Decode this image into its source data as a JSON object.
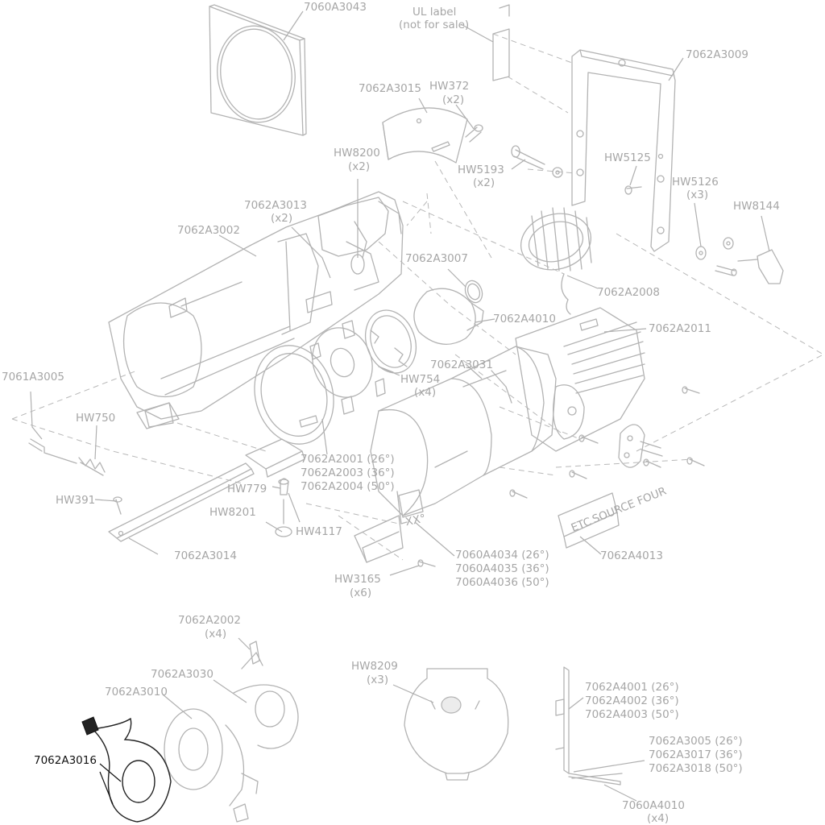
{
  "colors": {
    "line_art": "#b3b3b3",
    "label": "#a6a6a6",
    "highlight": "#111111"
  },
  "labels": {
    "l7060A3043": "7060A3043",
    "ul1": "UL label",
    "ul2": "(not for sale)",
    "l7062A3009": "7062A3009",
    "l7062A3015": "7062A3015",
    "hw372": "HW372",
    "hw372q": "(x2)",
    "hw8200": "HW8200",
    "hw8200q": "(x2)",
    "hw5193": "HW5193",
    "hw5193q": "(x2)",
    "hw5125": "HW5125",
    "hw5126": "HW5126",
    "hw5126q": "(x3)",
    "hw8144": "HW8144",
    "l7062A3013": "7062A3013",
    "l7062A3013q": "(x2)",
    "l7062A3002": "7062A3002",
    "l7062A3007": "7062A3007",
    "l7062A2008": "7062A2008",
    "l7062A4010": "7062A4010",
    "l7062A2011": "7062A2011",
    "l7062A3031": "7062A3031",
    "hw754": "HW754",
    "hw754q": "(x4)",
    "l7061A3005": "7061A3005",
    "hw750": "HW750",
    "l7062A2001": "7062A2001 (26°)",
    "l7062A2003": "7062A2003 (36°)",
    "l7062A2004": "7062A2004 (50°)",
    "hw391": "HW391",
    "hw779": "HW779",
    "hw8201": "HW8201",
    "hw4117": "HW4117",
    "l7062A3014": "7062A3014",
    "l7060A4034": "7060A4034 (26°)",
    "l7060A4035": "7060A4035 (36°)",
    "l7060A4036": "7060A4036 (50°)",
    "l7062A4013": "7062A4013",
    "hw3165": "HW3165",
    "hw3165q": "(x6)",
    "l7062A2002": "7062A2002",
    "l7062A2002q": "(x4)",
    "l7062A3030": "7062A3030",
    "l7062A3010": "7062A3010",
    "l7062A3016": "7062A3016",
    "hw8209": "HW8209",
    "hw8209q": "(x3)",
    "l7062A4001": "7062A4001 (26°)",
    "l7062A4002": "7062A4002 (36°)",
    "l7062A4003": "7062A4003 (50°)",
    "l7062A3005": "7062A3005 (26°)",
    "l7062A3017": "7062A3017 (36°)",
    "l7062A3018": "7062A3018 (50°)",
    "l7060A4010b": "7060A4010",
    "l7060A4010bq": "(x4)",
    "body_marking": "XX°",
    "logo_text": "ETC",
    "logo_sub": "SOURCE FOUR"
  }
}
